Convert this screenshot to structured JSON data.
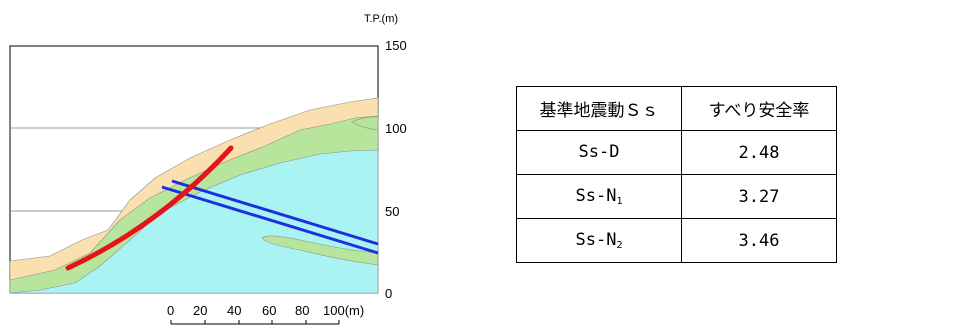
{
  "elevation_axis": {
    "unit_label": "T.P.(m)",
    "ticks": [
      "150",
      "100",
      "50",
      "0"
    ]
  },
  "distance_scale": {
    "ticks": [
      "0",
      "20",
      "40",
      "60",
      "80"
    ],
    "last_tick": "100(m)"
  },
  "legend_colors": {
    "surface_layer": "#f9e0ae",
    "weathered_layer": "#b7e59c",
    "bedrock": "#aaf3f3",
    "slip_surface": "#e6141a",
    "seam": "#1f2ee0"
  },
  "table": {
    "header": [
      "基準地震動Ｓｓ",
      "すべり安全率"
    ],
    "rows": [
      {
        "motion": "Ss-D",
        "sub": "",
        "factor": "2.48"
      },
      {
        "motion": "Ss-N",
        "sub": "1",
        "factor": "3.27"
      },
      {
        "motion": "Ss-N",
        "sub": "2",
        "factor": "3.46"
      }
    ]
  }
}
